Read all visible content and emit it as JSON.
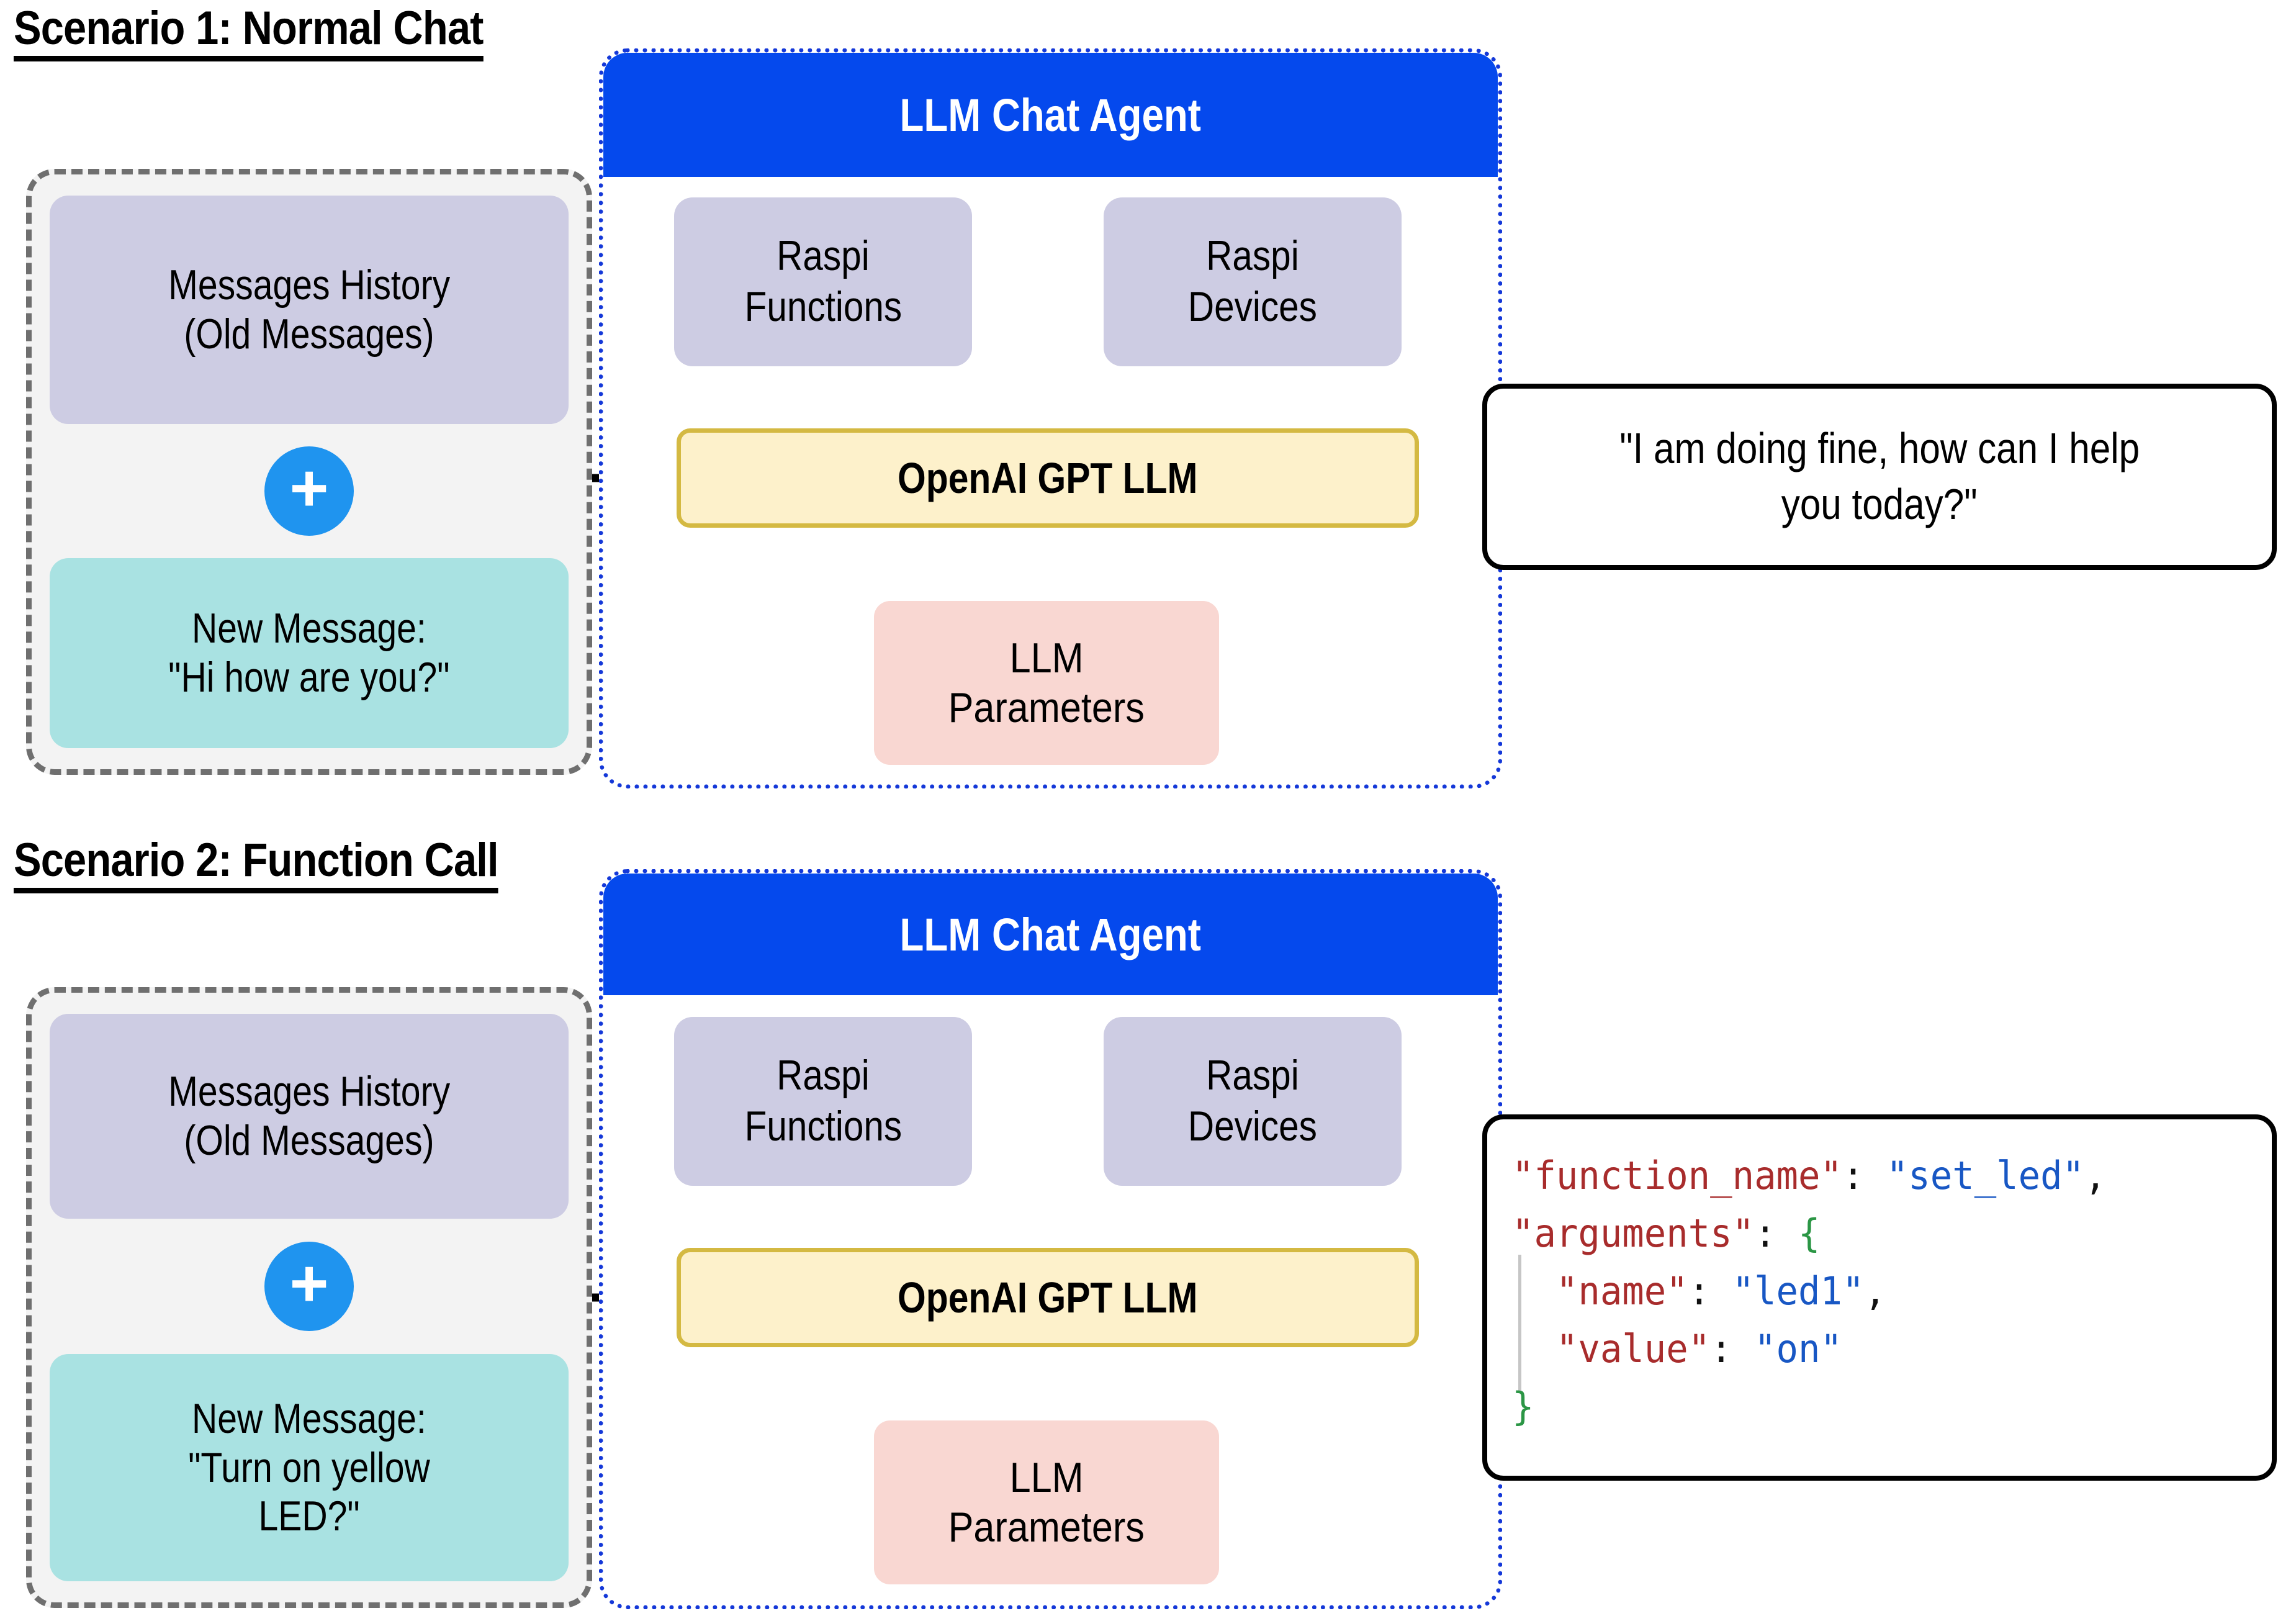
{
  "colors": {
    "agent_header_blue": "#0549ed",
    "agent_border_blue": "#1438d8",
    "tool_purple": "#cdcce3",
    "llm_yellow_fill": "#fdf1cb",
    "llm_yellow_border": "#d4b942",
    "params_pink": "#f9d7d2",
    "new_message_teal": "#a9e2e2",
    "input_group_grey": "#f3f3f3",
    "plus_blue": "#1f94ef",
    "json_key_red": "#a82c2c",
    "json_value_blue": "#1857c4",
    "json_brace_green": "#2b9645"
  },
  "scenarios": [
    {
      "title": "Scenario 1: Normal Chat",
      "input_group": {
        "history": {
          "lines": [
            "Messages History",
            "(Old Messages)"
          ]
        },
        "combiner_icon": "plus-icon",
        "combiner_symbol": "+",
        "new_message": {
          "lines": [
            "New Message:",
            "\"Hi how are you?\""
          ]
        }
      },
      "agent": {
        "header": "LLM Chat Agent",
        "tools": [
          {
            "lines": [
              "Raspi",
              "Functions"
            ]
          },
          {
            "lines": [
              "Raspi",
              "Devices"
            ]
          }
        ],
        "llm": "OpenAI GPT LLM",
        "params": {
          "lines": [
            "LLM",
            "Parameters"
          ]
        }
      },
      "output": {
        "type": "text",
        "lines": [
          "\"I am doing fine, how can I help",
          "you today?\""
        ]
      }
    },
    {
      "title": "Scenario 2: Function Call",
      "input_group": {
        "history": {
          "lines": [
            "Messages History",
            "(Old Messages)"
          ]
        },
        "combiner_icon": "plus-icon",
        "combiner_symbol": "+",
        "new_message": {
          "lines": [
            "New Message:",
            "\"Turn on yellow",
            "LED?\""
          ]
        }
      },
      "agent": {
        "header": "LLM Chat Agent",
        "tools": [
          {
            "lines": [
              "Raspi",
              "Functions"
            ]
          },
          {
            "lines": [
              "Raspi",
              "Devices"
            ]
          }
        ],
        "llm": "OpenAI GPT LLM",
        "params": {
          "lines": [
            "LLM",
            "Parameters"
          ]
        }
      },
      "output": {
        "type": "json",
        "code_lines": [
          {
            "indent": 0,
            "tokens": [
              {
                "t": "\"function_name\"",
                "c": "k"
              },
              {
                "t": ": ",
                "c": "p"
              },
              {
                "t": "\"set_led\"",
                "c": "v"
              },
              {
                "t": ",",
                "c": "p"
              }
            ]
          },
          {
            "indent": 0,
            "tokens": [
              {
                "t": "\"arguments\"",
                "c": "k"
              },
              {
                "t": ": ",
                "c": "p"
              },
              {
                "t": "{",
                "c": "br"
              }
            ]
          },
          {
            "indent": 1,
            "tokens": [
              {
                "t": "\"name\"",
                "c": "k"
              },
              {
                "t": ": ",
                "c": "p"
              },
              {
                "t": "\"led1\"",
                "c": "v"
              },
              {
                "t": ",",
                "c": "p"
              }
            ]
          },
          {
            "indent": 1,
            "tokens": [
              {
                "t": "\"value\"",
                "c": "k"
              },
              {
                "t": ": ",
                "c": "p"
              },
              {
                "t": "\"on\"",
                "c": "v"
              }
            ]
          },
          {
            "indent": 0,
            "tokens": [
              {
                "t": "}",
                "c": "br"
              }
            ]
          }
        ]
      }
    }
  ]
}
